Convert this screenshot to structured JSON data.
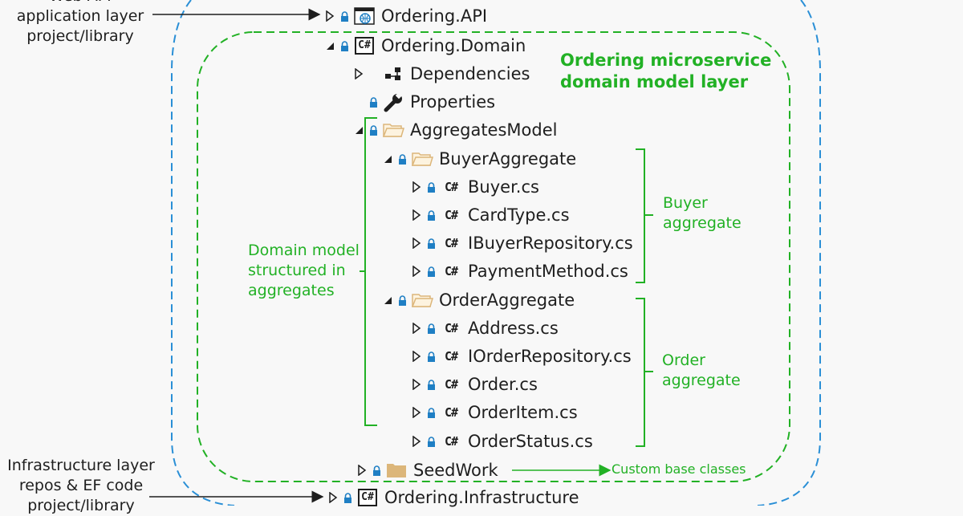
{
  "annotations": {
    "top_left": [
      "Web API",
      "application layer",
      "project/library"
    ],
    "bottom_left": [
      "Infrastructure layer",
      "repos & EF code",
      "project/library"
    ],
    "domain_title": [
      "Ordering microservice",
      "domain model layer"
    ],
    "domain_structure": [
      "Domain model",
      "structured in",
      "aggregates"
    ],
    "buyer_aggregate": [
      "Buyer",
      "aggregate"
    ],
    "order_aggregate": [
      "Order",
      "aggregate"
    ],
    "seedwork": "Custom base classes"
  },
  "tree": {
    "ordering_api": "Ordering.API",
    "ordering_domain": "Ordering.Domain",
    "dependencies": "Dependencies",
    "properties": "Properties",
    "aggregates_model": "AggregatesModel",
    "buyer_aggregate": "BuyerAggregate",
    "buyer_files": [
      "Buyer.cs",
      "CardType.cs",
      "IBuyerRepository.cs",
      "PaymentMethod.cs"
    ],
    "order_aggregate": "OrderAggregate",
    "order_files": [
      "Address.cs",
      "IOrderRepository.cs",
      "Order.cs",
      "OrderItem.cs",
      "OrderStatus.cs"
    ],
    "seedwork": "SeedWork",
    "ordering_infrastructure": "Ordering.Infrastructure",
    "csharp_badge": "C#",
    "csharp_project_badge": "C#"
  },
  "colors": {
    "green_annotation": "#22b125",
    "blue_boundary": "#2a8fd6",
    "lock_blue": "#1f7fc4",
    "folder": "#dcb67a"
  }
}
